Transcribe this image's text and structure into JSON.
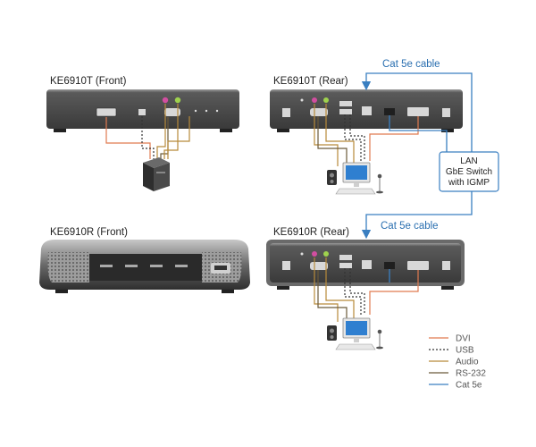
{
  "labels": {
    "tx_front": "KE6910T (Front)",
    "tx_rear": "KE6910T (Rear)",
    "rx_front": "KE6910R (Front)",
    "rx_rear": "KE6910R (Rear)",
    "cat_top": "Cat 5e cable",
    "cat_bottom": "Cat 5e cable",
    "switch_line1": "LAN",
    "switch_line2": "GbE Switch",
    "switch_line3": "with IGMP"
  },
  "legend": [
    {
      "label": "DVI",
      "color": "#e07a4f",
      "dash": "none"
    },
    {
      "label": "USB",
      "color": "#333333",
      "dash": "2,2"
    },
    {
      "label": "Audio",
      "color": "#b78a3a",
      "dash": "none"
    },
    {
      "label": "RS-232",
      "color": "#6b5a3a",
      "dash": "none"
    },
    {
      "label": "Cat 5e",
      "color": "#3a7fc1",
      "dash": "none"
    }
  ],
  "colors": {
    "device_dark": "#404040",
    "device_top": "#8a8a8a",
    "dvi": "#e07a4f",
    "usb": "#333333",
    "audio": "#b78a3a",
    "rs232": "#6b5a3a",
    "cat5e": "#3a7fc1"
  }
}
